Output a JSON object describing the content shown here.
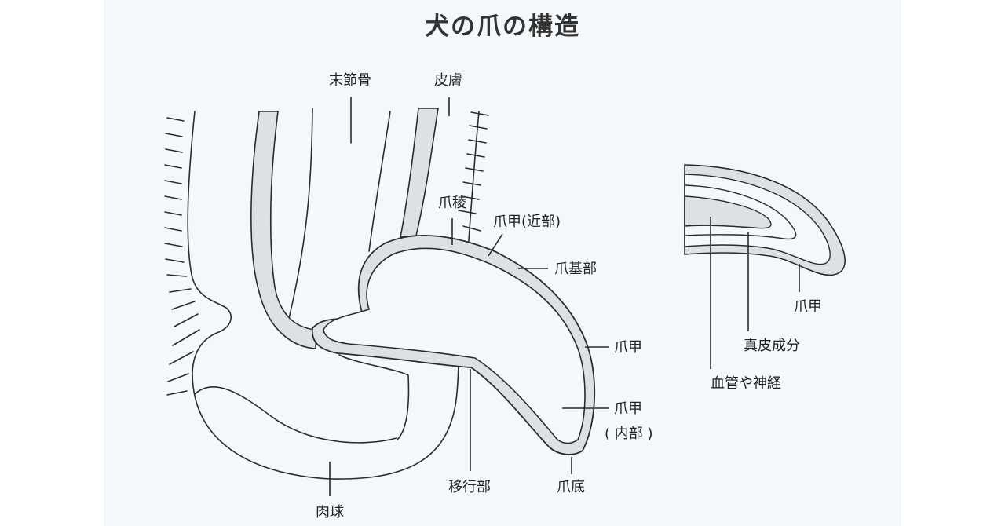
{
  "title": "犬の爪の構造",
  "labels": {
    "distal_phalanx": "末節骨",
    "skin": "皮膚",
    "claw_fold": "爪稜",
    "claw_proximal": "爪甲(近部)",
    "claw_base": "爪基部",
    "claw_plate": "爪甲",
    "claw_inner_1": "爪甲",
    "claw_inner_2": "( 内部 )",
    "claw_sole": "爪底",
    "transition": "移行部",
    "paw_pad": "肉球",
    "detail_claw": "爪甲",
    "dermis": "真皮成分",
    "vessels_nerves": "血管や神経"
  },
  "colors": {
    "line": "#2b2b2b",
    "fill_gray": "#dde1e5",
    "background": "#f4f8fb"
  }
}
